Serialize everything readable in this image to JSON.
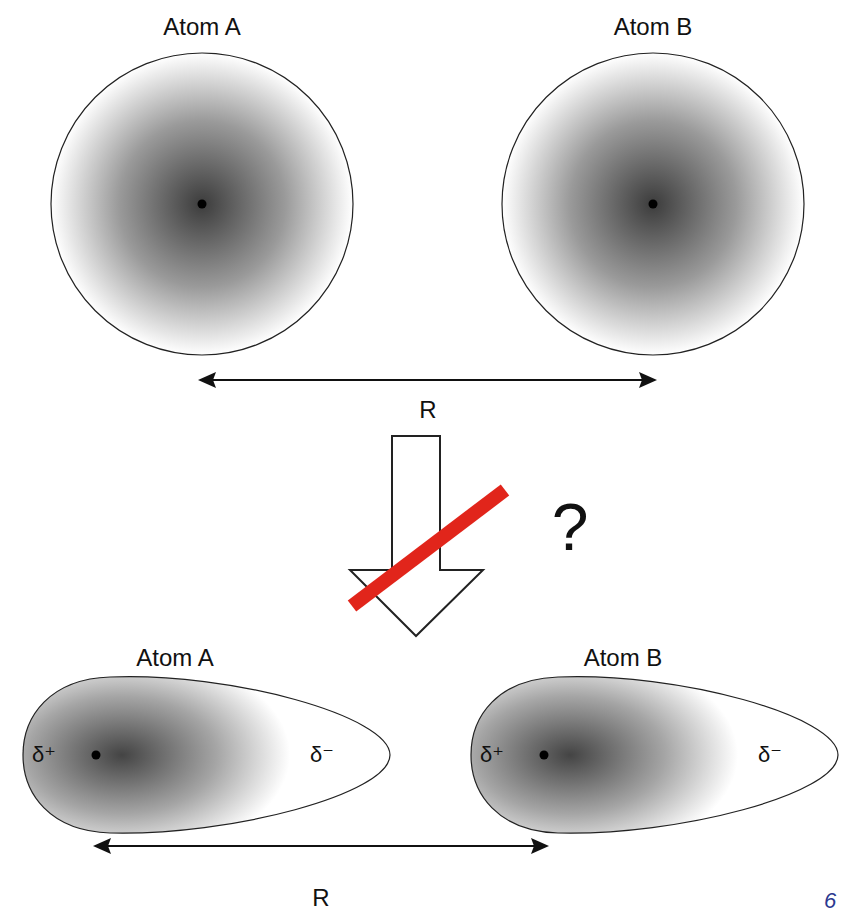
{
  "diagram": {
    "nodes": [
      {
        "text": [
          "Atom A"
        ]
      },
      {
        "text": [
          "Atom B"
        ]
      },
      {
        "text": [
          "Atom A",
          "δ⁺",
          "δ⁻"
        ]
      },
      {
        "text": [
          "Atom B",
          "δ⁺",
          "δ⁻"
        ]
      }
    ],
    "labels": [
      "R",
      "?",
      "R",
      "6"
    ]
  }
}
